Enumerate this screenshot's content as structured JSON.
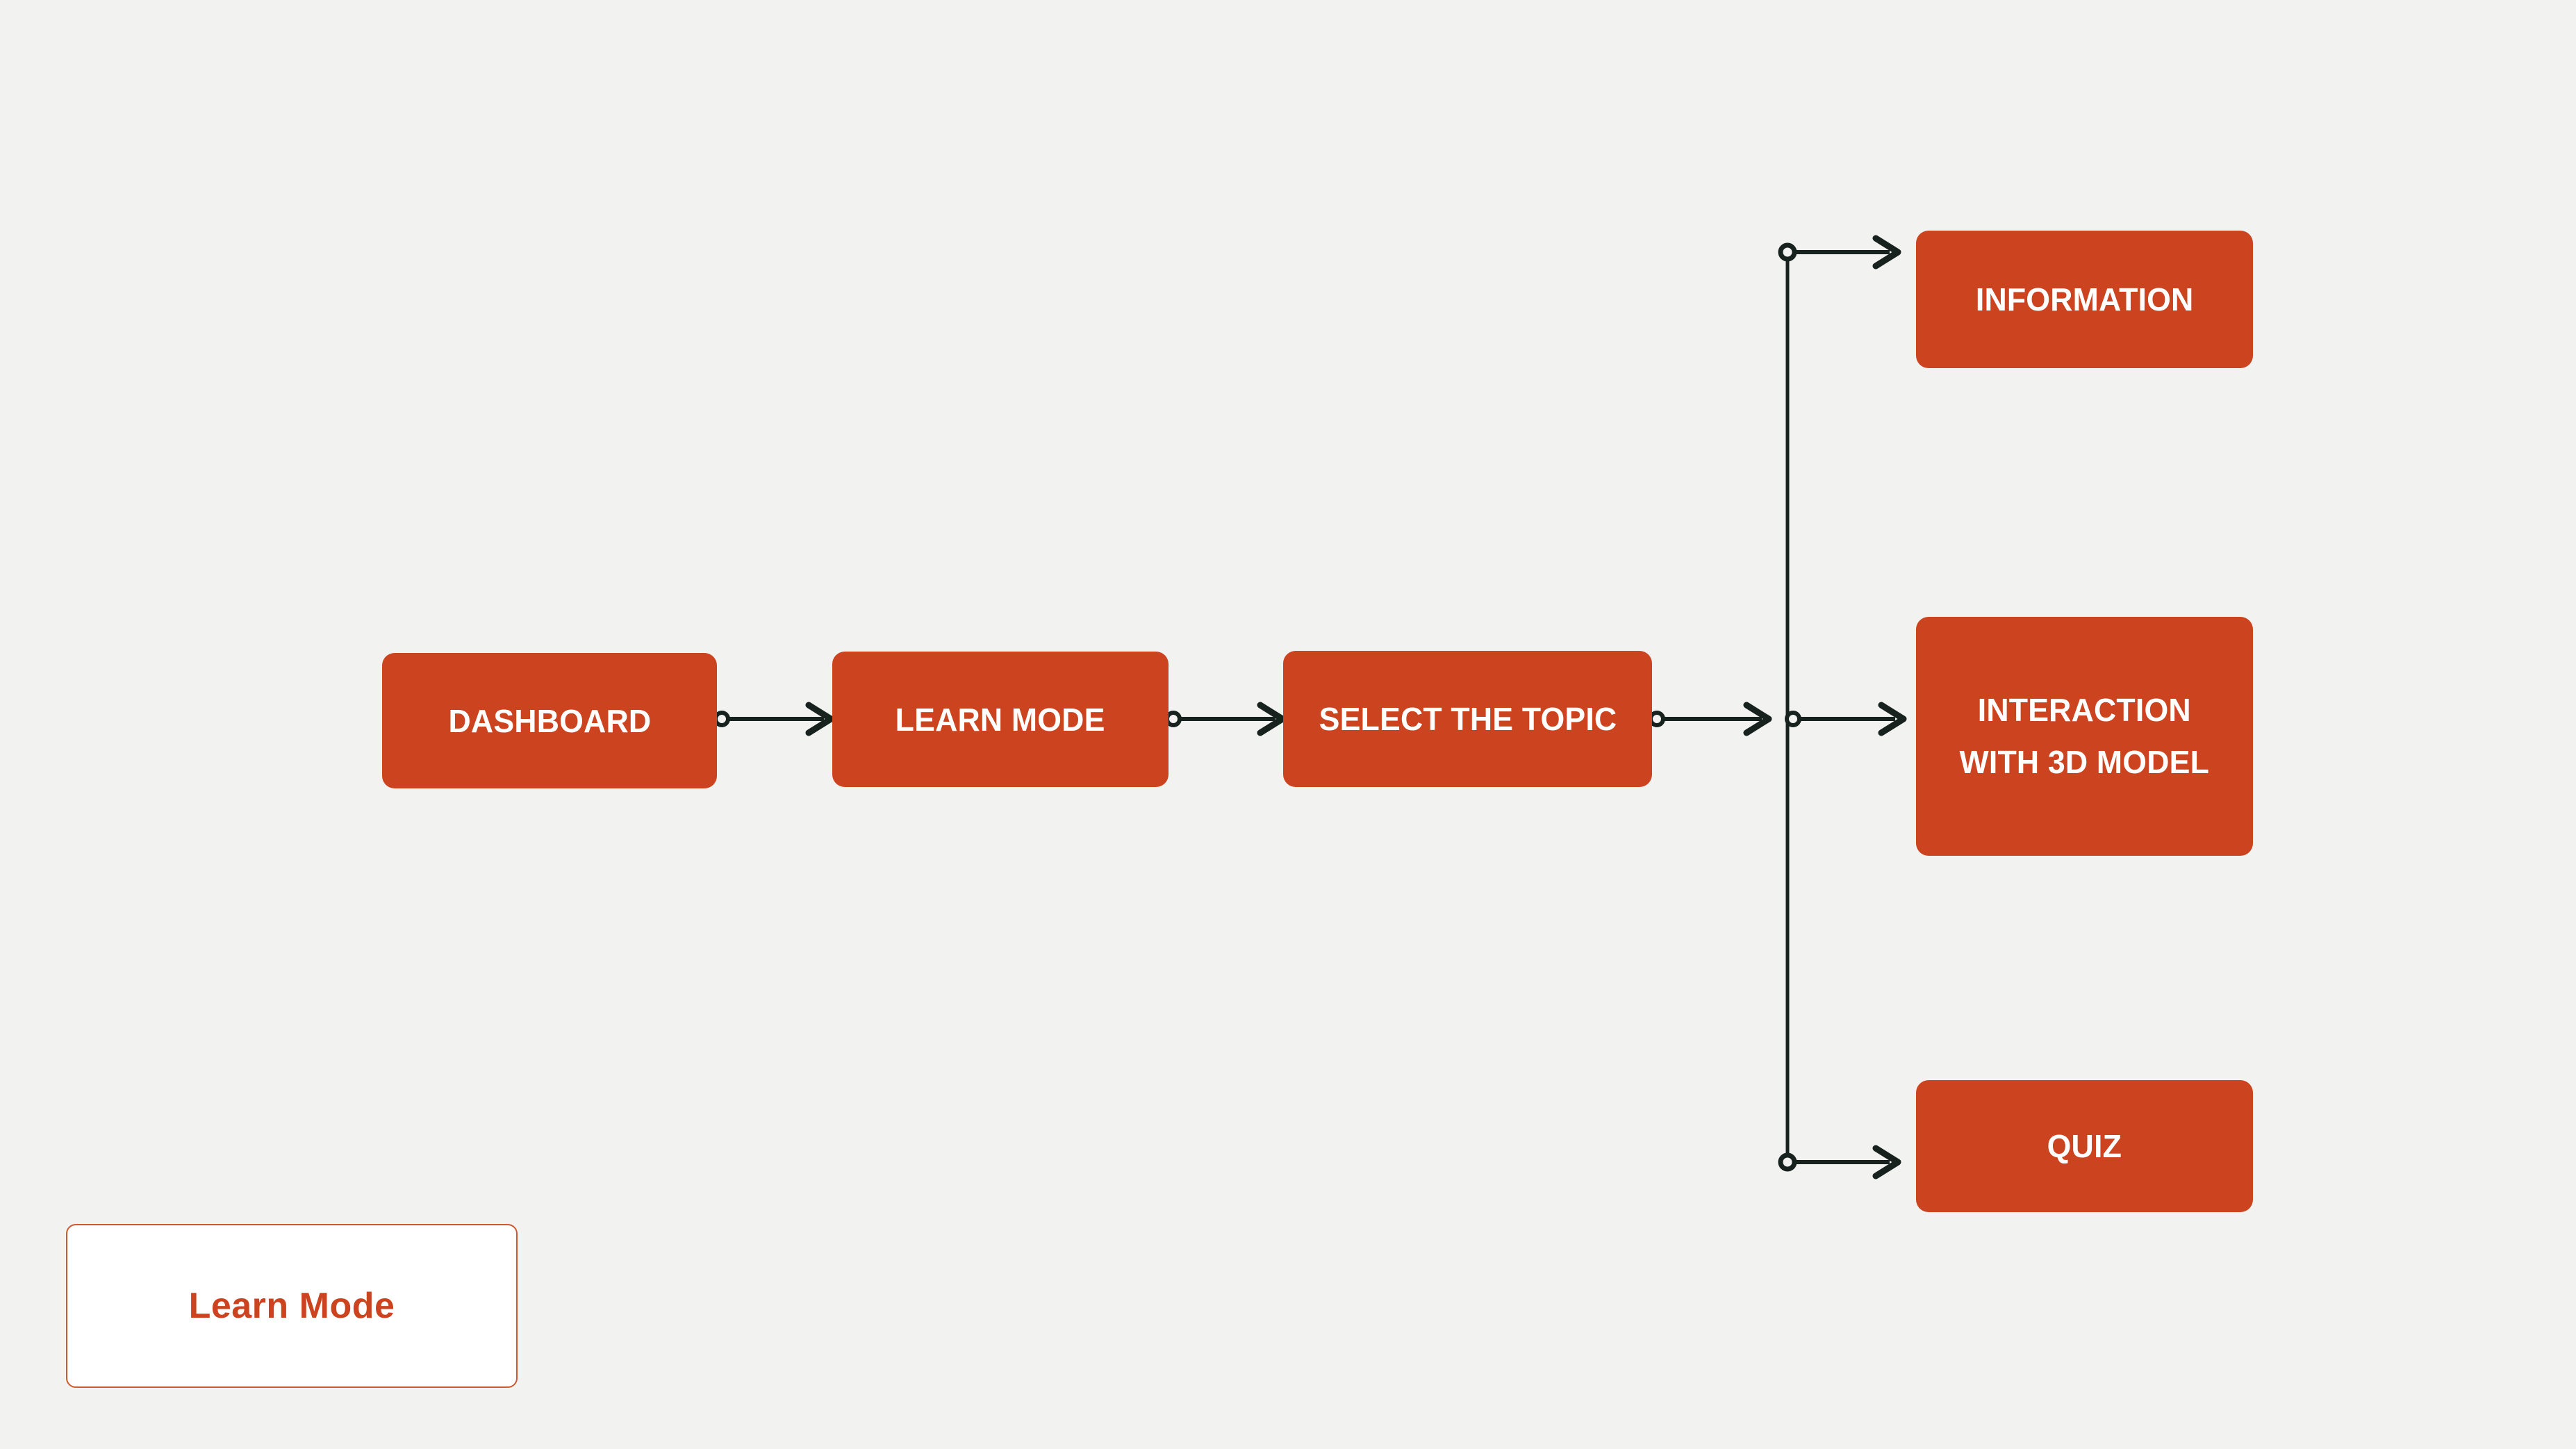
{
  "diagram": {
    "title": "Learn Mode",
    "background_color": "#f2f2f1",
    "node_fill_color": "#cc441f",
    "node_text_color": "#ffffff",
    "edge_color": "#17221f",
    "nodes": [
      {
        "id": "dashboard",
        "label": "DASHBOARD"
      },
      {
        "id": "learn_mode",
        "label": "LEARN MODE"
      },
      {
        "id": "select_topic",
        "label": "SELECT THE TOPIC"
      },
      {
        "id": "information",
        "label": "INFORMATION"
      },
      {
        "id": "interaction_line1",
        "label": "INTERACTION"
      },
      {
        "id": "interaction_line2",
        "label": "WITH 3D MODEL"
      },
      {
        "id": "quiz",
        "label": "QUIZ"
      }
    ],
    "edges": [
      {
        "from": "dashboard",
        "to": "learn_mode",
        "style": "ring-to-arrow"
      },
      {
        "from": "learn_mode",
        "to": "select_topic",
        "style": "ring-to-arrow"
      },
      {
        "from": "select_topic",
        "to": "branch_trunk",
        "style": "ring-to-arrow"
      },
      {
        "from": "branch_trunk",
        "to": "information",
        "style": "ring-to-arrow"
      },
      {
        "from": "branch_trunk",
        "to": "interaction",
        "style": "ring-to-arrow"
      },
      {
        "from": "branch_trunk",
        "to": "quiz",
        "style": "ring-to-arrow"
      }
    ]
  },
  "legend": {
    "label": "Learn Mode",
    "border_color": "#cc5a2e",
    "text_color": "#cc441f",
    "background_color": "#ffffff"
  }
}
